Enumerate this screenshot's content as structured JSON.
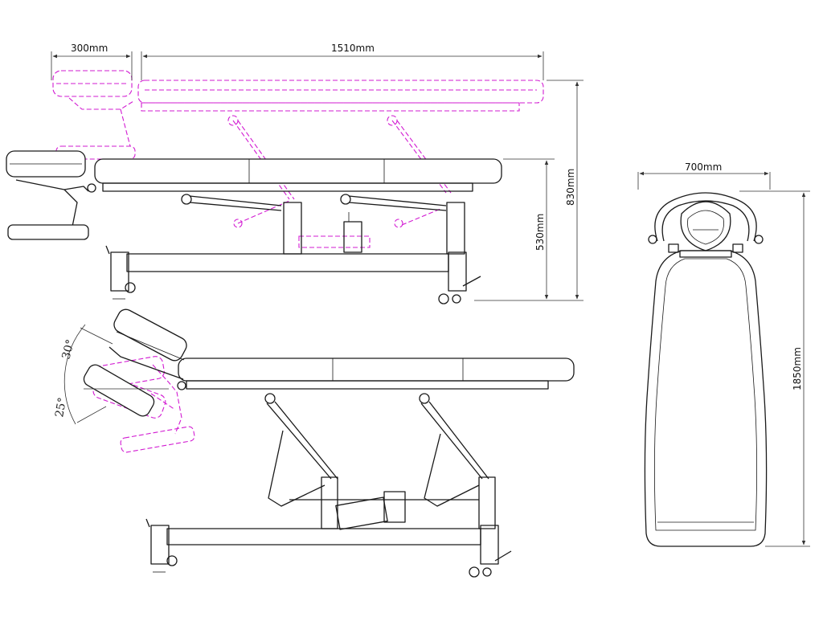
{
  "dimensions": {
    "headrest_length": "300mm",
    "bed_length": "1510mm",
    "min_height": "530mm",
    "max_height": "830mm",
    "width": "700mm",
    "total_length": "1850mm"
  },
  "angles": {
    "tilt_up": "30°",
    "tilt_down": "25°"
  },
  "colors": {
    "line": "#1a1a1a",
    "alternate_position": "#d21bd2"
  }
}
